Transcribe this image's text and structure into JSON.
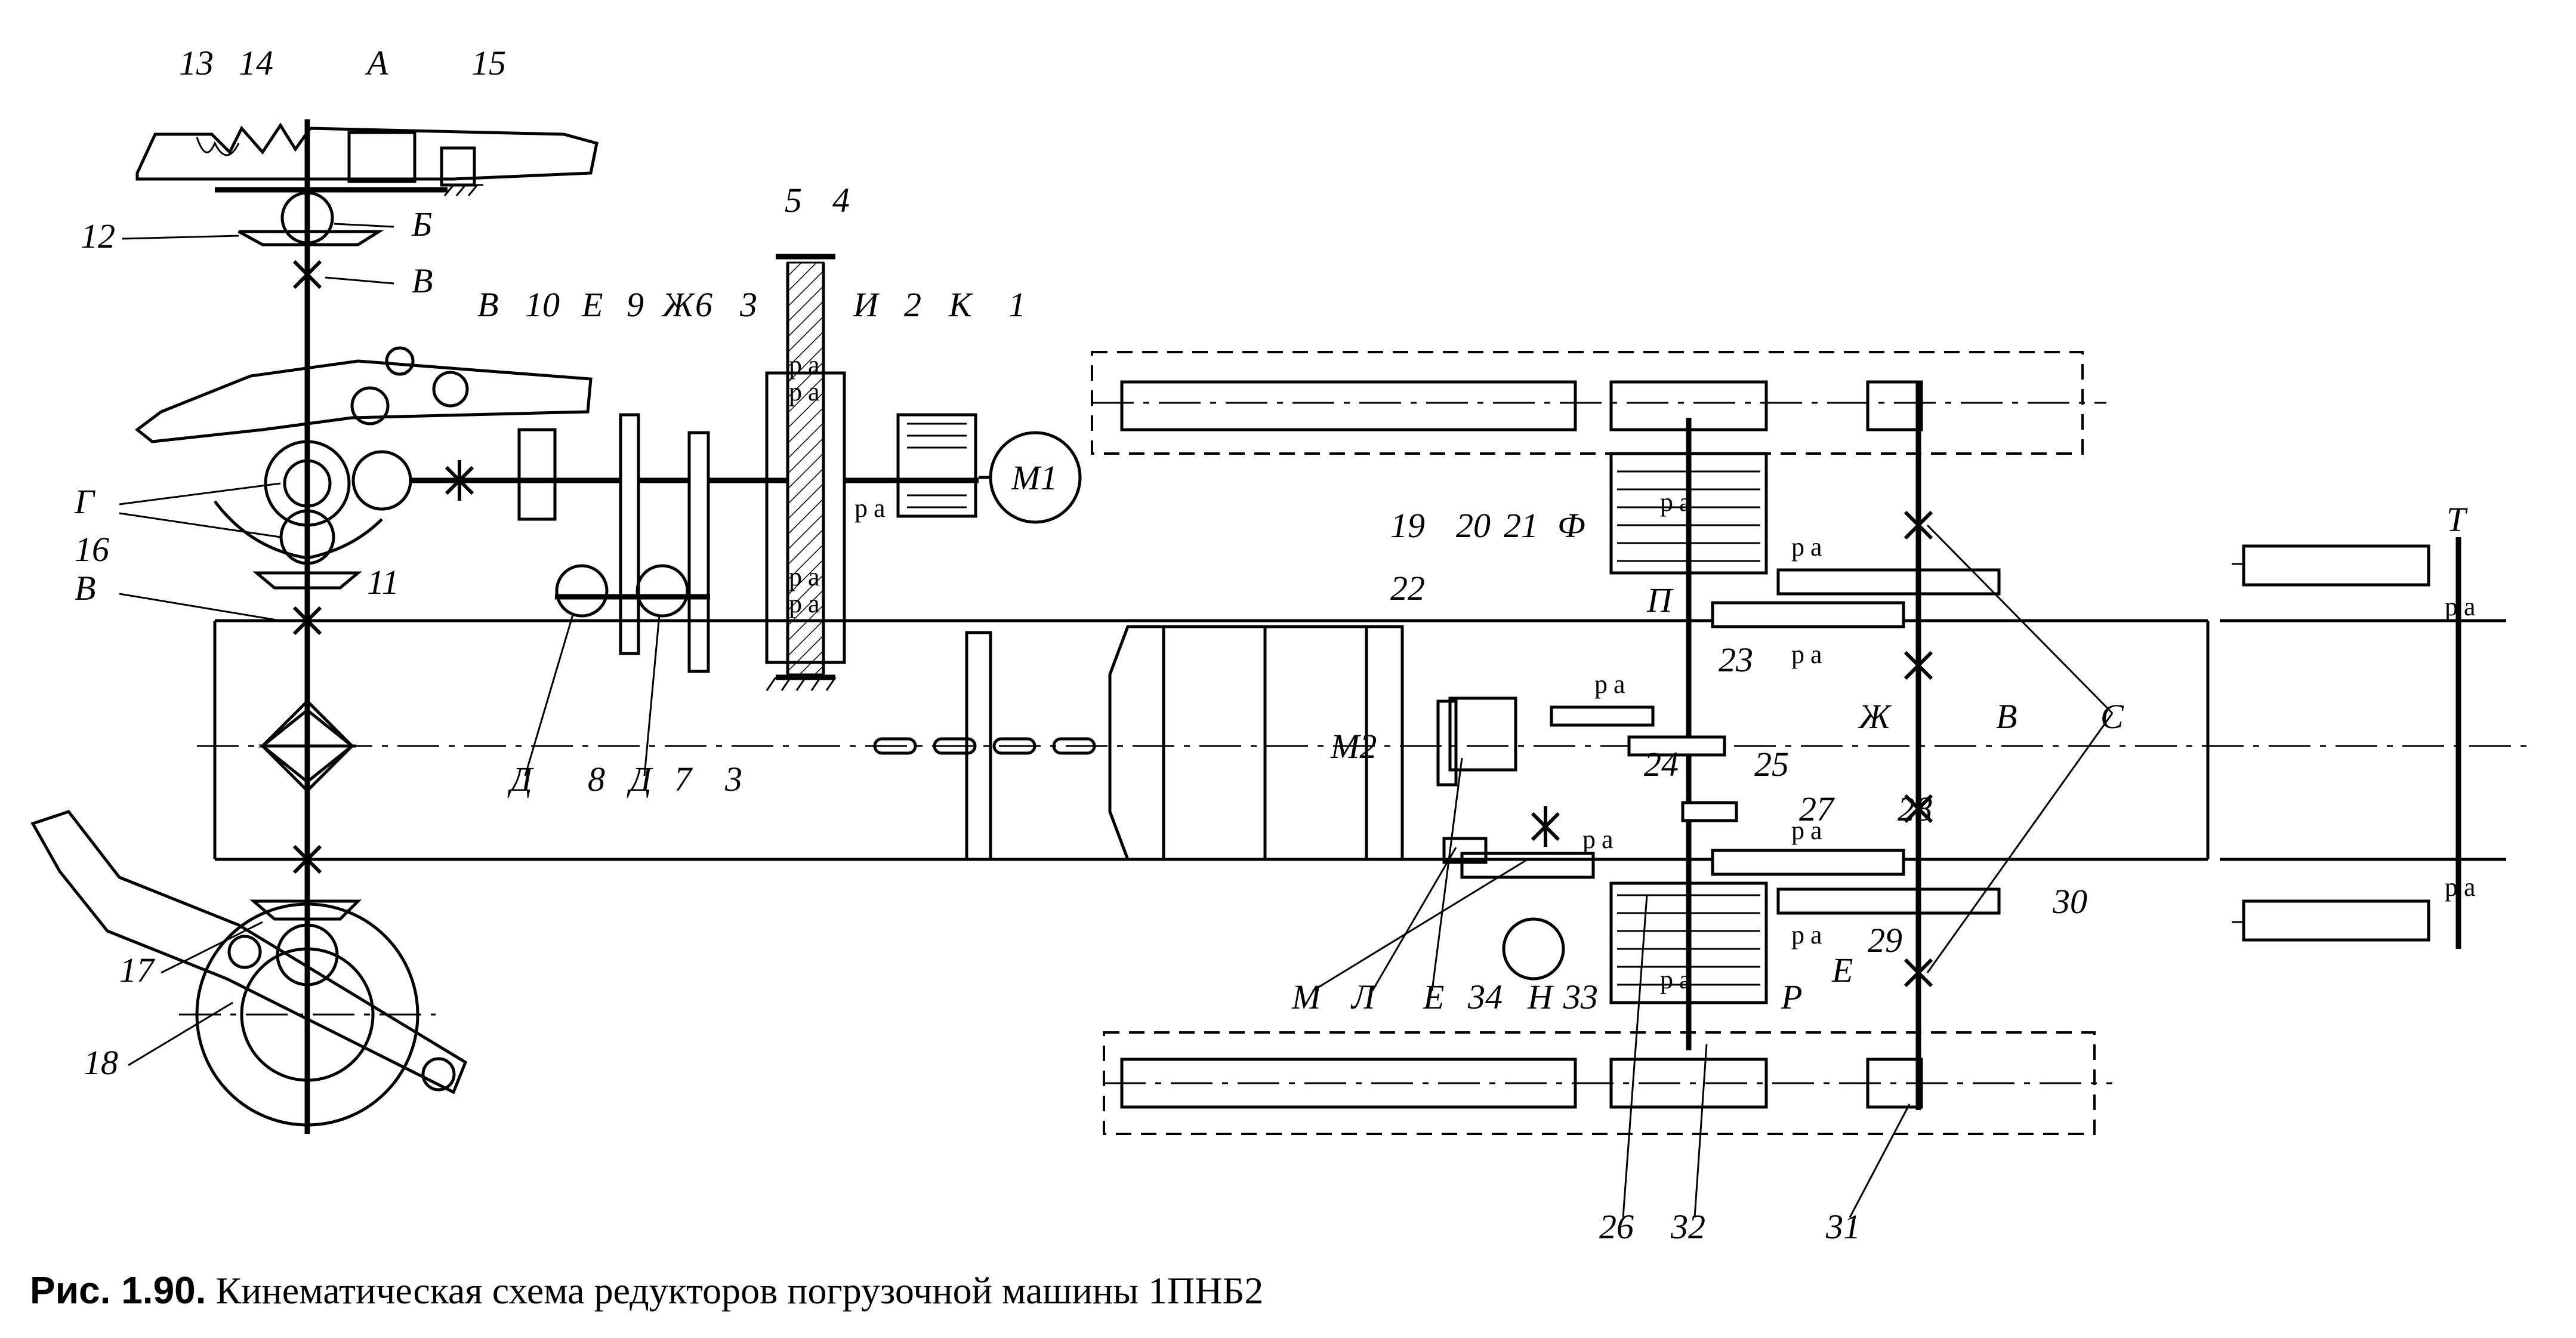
{
  "caption": {
    "prefix": "Рис. 1.90.",
    "text": "Кинематическая схема редукторов погрузочной машины 1ПНБ2"
  },
  "motors": {
    "m1": "М1",
    "m2": "М2"
  },
  "labels": {
    "n1": "1",
    "n2": "2",
    "n3a": "3",
    "n3b": "3",
    "n4": "4",
    "n5": "5",
    "n6": "6",
    "n7": "7",
    "n8": "8",
    "n9": "9",
    "n10": "10",
    "n11": "11",
    "n12": "12",
    "n13": "13",
    "n14": "14",
    "n15": "15",
    "n16": "16",
    "n17": "17",
    "n18": "18",
    "n19": "19",
    "n20": "20",
    "n21": "21",
    "n22": "22",
    "n23": "23",
    "n24": "24",
    "n25": "25",
    "n26": "26",
    "n27": "27",
    "n28": "28",
    "n29": "29",
    "n30": "30",
    "n31": "31",
    "n32": "32",
    "n33": "33",
    "n34": "34",
    "a": "А",
    "b": "Б",
    "v1": "В",
    "v2": "В",
    "v3": "В",
    "v4": "В",
    "g": "Г",
    "d1": "Д",
    "d2": "Д",
    "e1": "Е",
    "e2": "Е",
    "e3": "Е",
    "zh1": "Ж",
    "zh2": "Ж",
    "i": "И",
    "k": "К",
    "l": "Л",
    "m": "М",
    "n": "Н",
    "p": "П",
    "r": "Р",
    "s": "С",
    "t": "Т",
    "f": "Ф"
  }
}
